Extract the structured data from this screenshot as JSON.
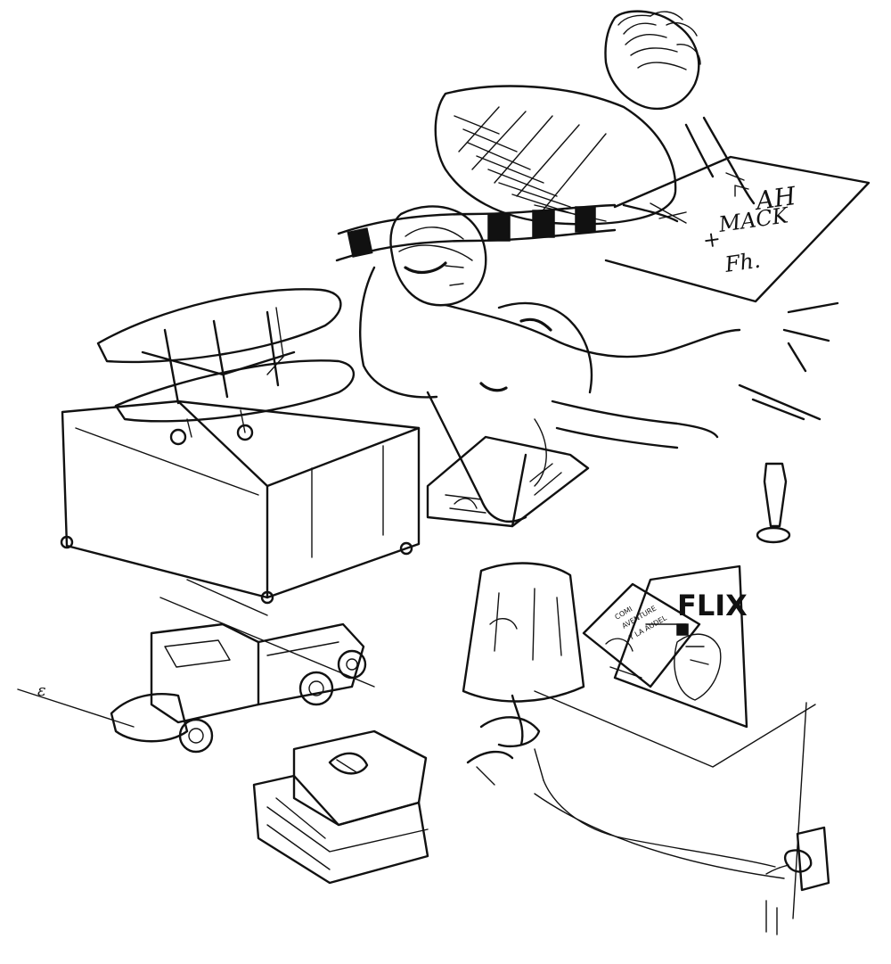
{
  "scene": {
    "comic_title": "FLIX",
    "comic_cover_text": [
      "COMI",
      "AVENTURE",
      "Y LA AUDEL"
    ],
    "paper_scribbles": [
      "AH",
      "MACK",
      "+",
      "Fh."
    ],
    "floor_mark": "ε"
  },
  "colors": {
    "ink": "#111111",
    "paper": "#ffffff"
  }
}
